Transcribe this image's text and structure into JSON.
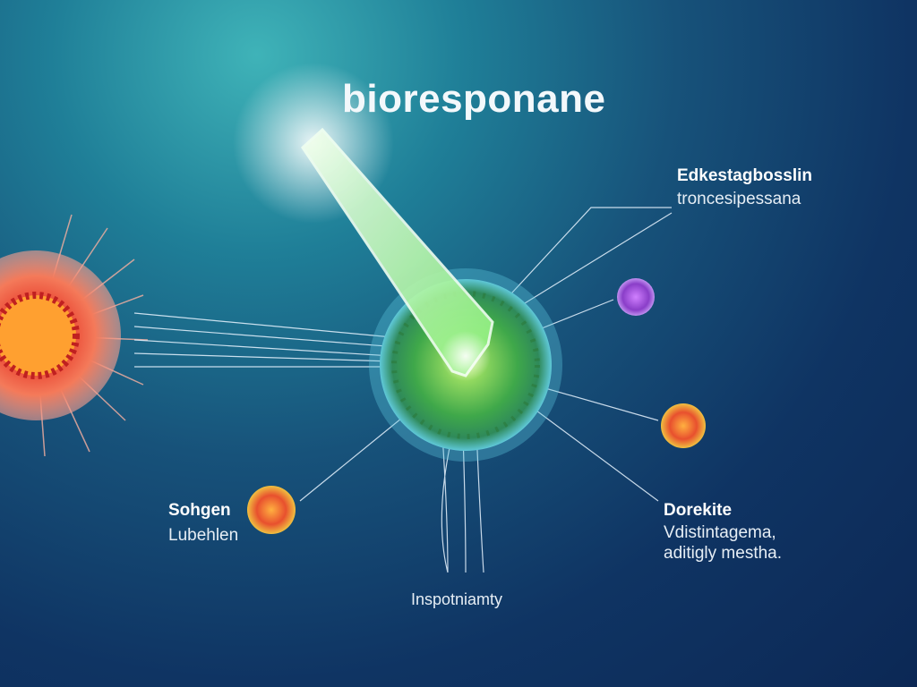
{
  "title": "bioresponane",
  "labels": {
    "top_right": {
      "heading": "Edkestagbosslin",
      "sub": "troncesipessana"
    },
    "left": {
      "heading": "Sohgen",
      "sub": "Lubehlen"
    },
    "right": {
      "heading": "Dorekite",
      "sub1": "Vdistintagema,",
      "sub2": "aditigly mestha."
    },
    "bottom": {
      "sub": "Inspotniamty"
    }
  },
  "colors": {
    "cell": "#3ea84a",
    "beam": "#c8f5b0",
    "burst": "#f0603a",
    "purple": "#9a4fd0"
  }
}
